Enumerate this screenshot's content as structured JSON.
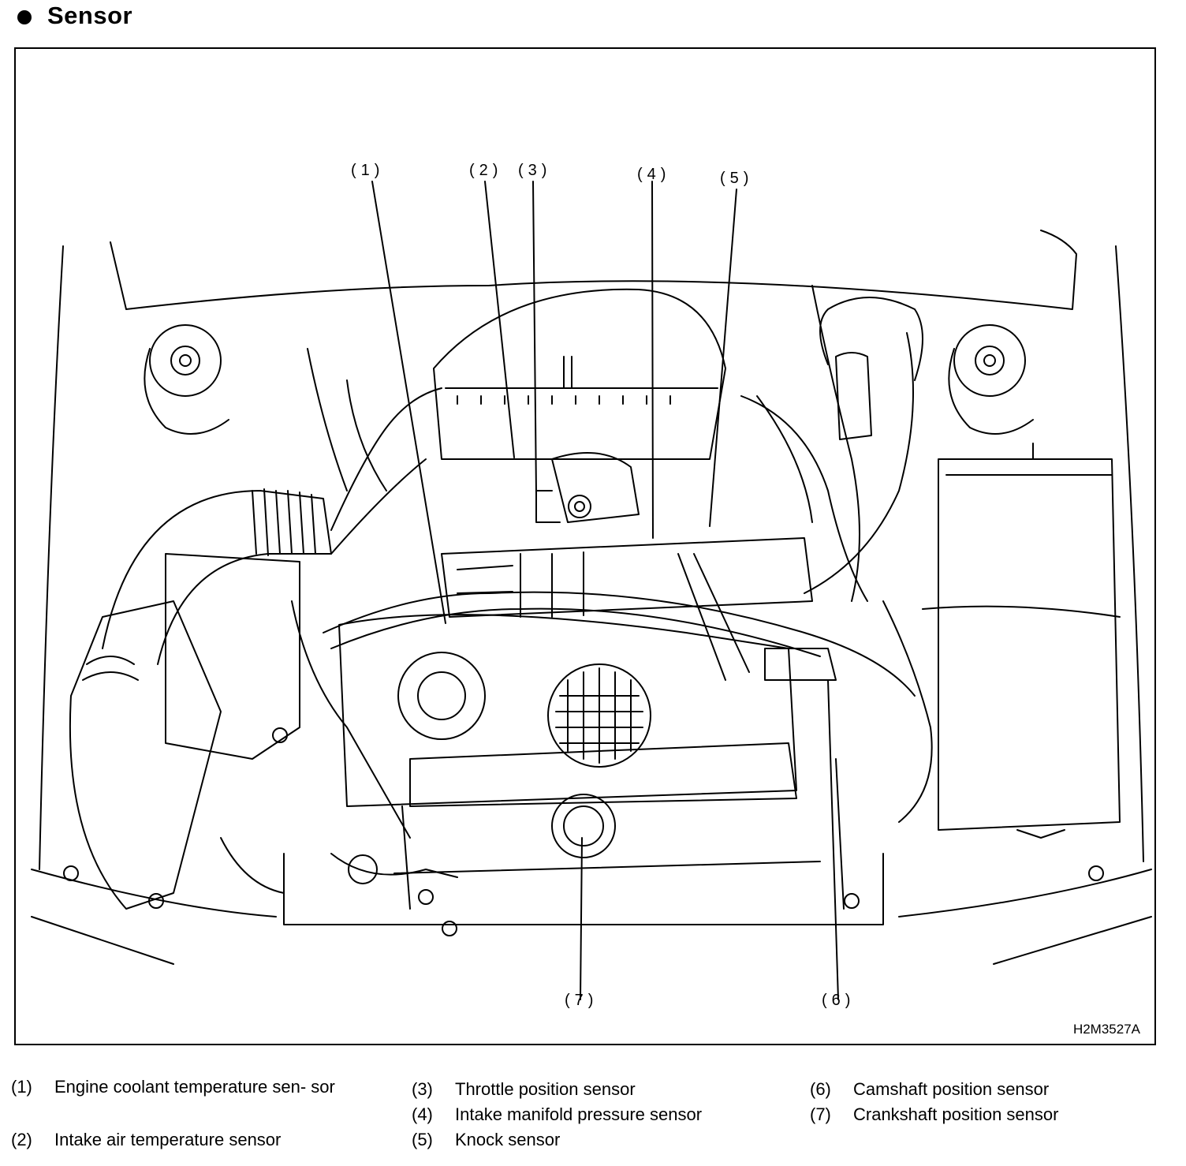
{
  "heading": "Sensor",
  "figure_code": "H2M3527A",
  "callouts": [
    {
      "id": "1",
      "text": "(1)"
    },
    {
      "id": "2",
      "text": "(2)"
    },
    {
      "id": "3",
      "text": "(3)"
    },
    {
      "id": "4",
      "text": "(4)"
    },
    {
      "id": "5",
      "text": "(5)"
    },
    {
      "id": "6",
      "text": "(6)"
    },
    {
      "id": "7",
      "text": "(7)"
    }
  ],
  "legend": [
    {
      "num": "(1)",
      "label": "Engine coolant temperature sen- sor"
    },
    {
      "num": "(2)",
      "label": "Intake air temperature sensor"
    },
    {
      "num": "(3)",
      "label": "Throttle position sensor"
    },
    {
      "num": "(4)",
      "label": "Intake manifold pressure sensor"
    },
    {
      "num": "(5)",
      "label": "Knock sensor"
    },
    {
      "num": "(6)",
      "label": "Camshaft position sensor"
    },
    {
      "num": "(7)",
      "label": "Crankshaft position sensor"
    }
  ]
}
